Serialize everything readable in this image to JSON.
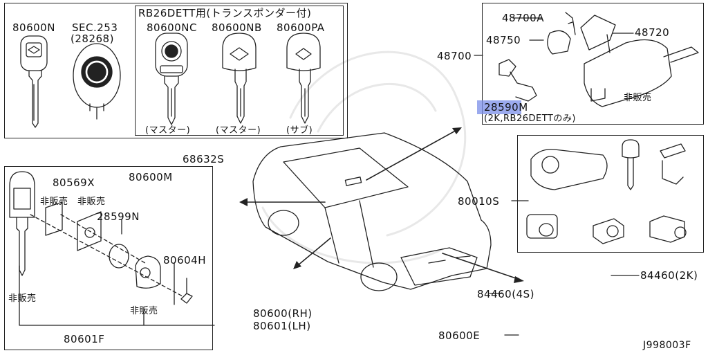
{
  "footer": {
    "diagram_id": "J998003F"
  },
  "highlight_color": "#7a8ee8",
  "keys_panel": {
    "title": "RB26DETT用(トランスポンダー付)",
    "p1": "80600N",
    "p2": "SEC.253",
    "p2b": "(28268)",
    "p3": "80600NC",
    "p4": "80600NB",
    "p5": "80600PA",
    "n3": "(マスター)",
    "n4": "(マスター)",
    "n5": "(サブ)"
  },
  "ignition_panel": {
    "p_main": "48700",
    "p1": "48700A",
    "p2": "48750",
    "p3": "48720",
    "p4": "28590M",
    "p4_note": "(2K,RB26DETTのみ)",
    "not_sold": "非販売"
  },
  "cylinder_set_panel": {
    "p_main": "80010S"
  },
  "remote_panel": {
    "p1": "80569X",
    "not_sold_a": "非販売",
    "not_sold_b": "非販売",
    "p2": "80600M",
    "p3": "28599N",
    "p4": "80604H",
    "not_sold_c": "非販売",
    "not_sold_d": "非販売",
    "p5": "80601F"
  },
  "body_parts": {
    "glove": "68632S",
    "door_rh": "80600(RH)",
    "door_lh": "80601(LH)",
    "trunk_4s": "84460(4S)",
    "trunk_2k": "84460(2K)",
    "bracket": "80600E"
  }
}
